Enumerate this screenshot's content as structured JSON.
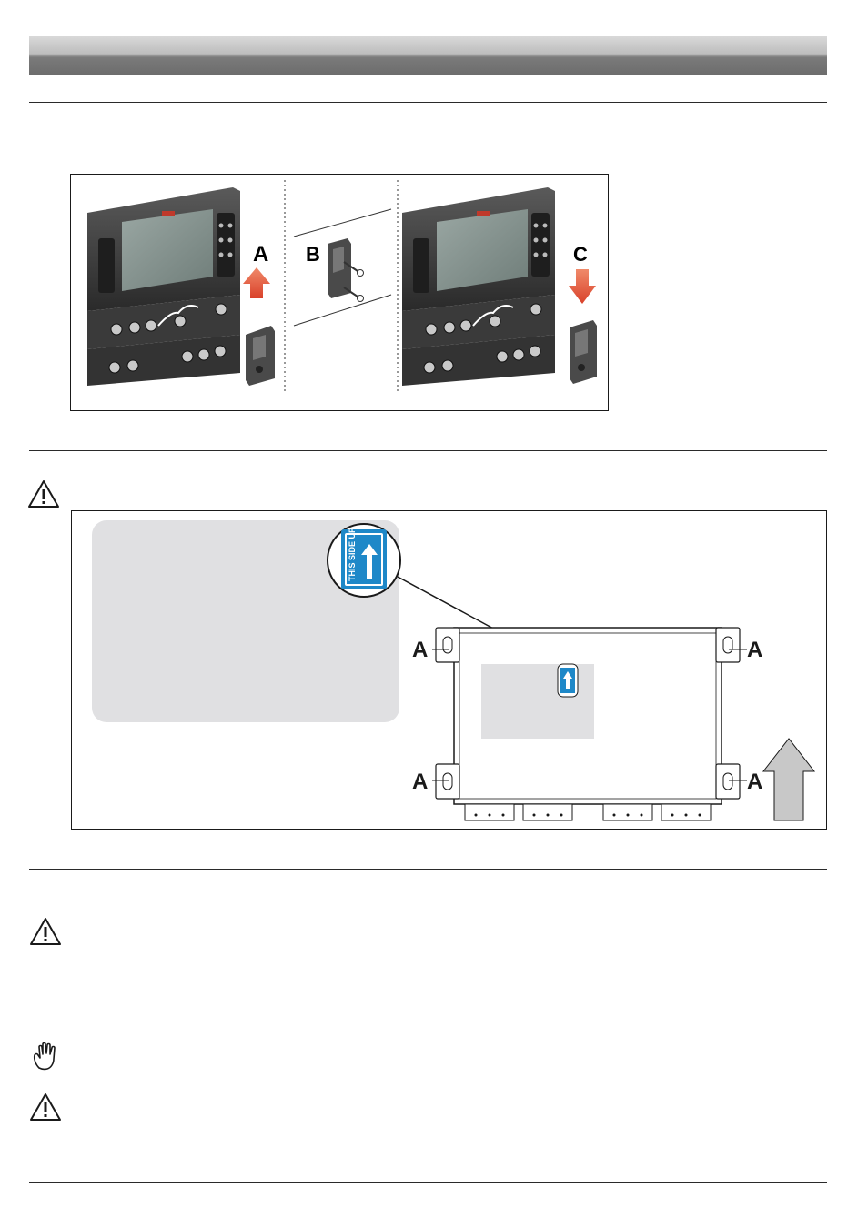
{
  "icons": {
    "header_band": "section-header-band",
    "warning": "warning-triangle-icon",
    "hand": "hand-stop-icon"
  },
  "figure1": {
    "labels": {
      "a": "A",
      "b": "B",
      "c": "C"
    },
    "colors": {
      "arrow_up": "#e05a3a",
      "arrow_down": "#e05a3a"
    }
  },
  "figure2": {
    "sticker_text": "THIS SIDE UP",
    "mount_label": "A",
    "colors": {
      "sticker": "#1e88c8",
      "arrow": "#c8c8c8"
    }
  }
}
